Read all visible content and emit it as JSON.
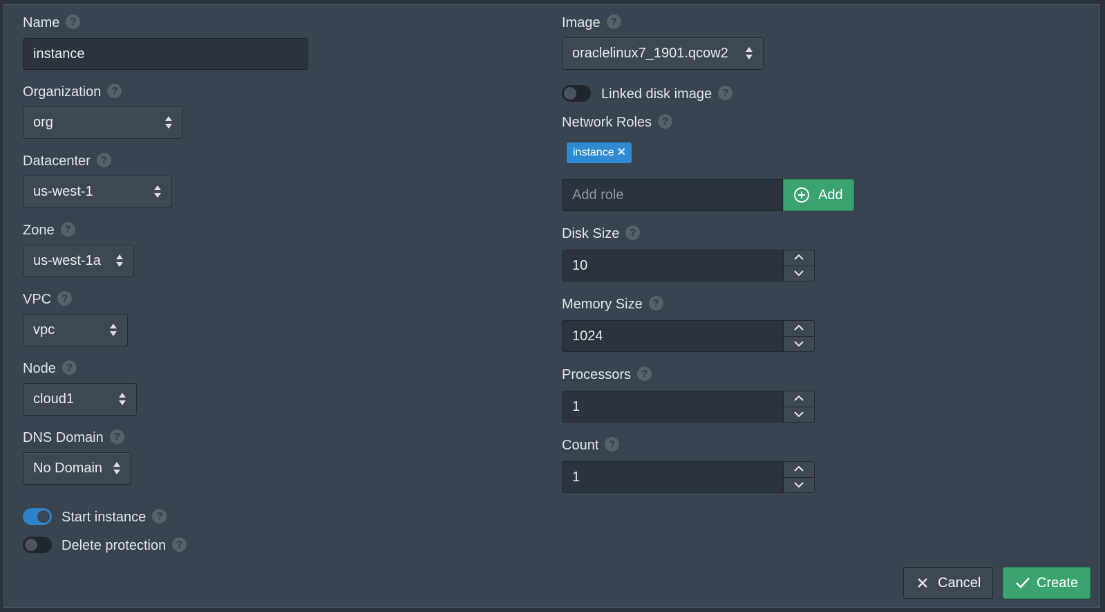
{
  "left": {
    "name_label": "Name",
    "name_value": "instance",
    "organization_label": "Organization",
    "organization_value": "org",
    "datacenter_label": "Datacenter",
    "datacenter_value": "us-west-1",
    "zone_label": "Zone",
    "zone_value": "us-west-1a",
    "vpc_label": "VPC",
    "vpc_value": "vpc",
    "node_label": "Node",
    "node_value": "cloud1",
    "dns_label": "DNS Domain",
    "dns_value": "No Domain",
    "start_instance_label": "Start instance",
    "start_instance_on": true,
    "delete_protection_label": "Delete protection",
    "delete_protection_on": false
  },
  "right": {
    "image_label": "Image",
    "image_value": "oraclelinux7_1901.qcow2",
    "linked_disk_label": "Linked disk image",
    "linked_disk_on": false,
    "network_roles_label": "Network Roles",
    "role_tags": [
      "instance"
    ],
    "add_role_placeholder": "Add role",
    "add_button_label": "Add",
    "disk_size_label": "Disk Size",
    "disk_size_value": "10",
    "memory_size_label": "Memory Size",
    "memory_size_value": "1024",
    "processors_label": "Processors",
    "processors_value": "1",
    "count_label": "Count",
    "count_value": "1"
  },
  "help_glyph": "?",
  "tag_remove_glyph": "✕",
  "footer": {
    "cancel_label": "Cancel",
    "create_label": "Create"
  },
  "colors": {
    "accent_blue": "#2f83c9",
    "success_green": "#3aa370",
    "panel_bg": "#38444f"
  }
}
